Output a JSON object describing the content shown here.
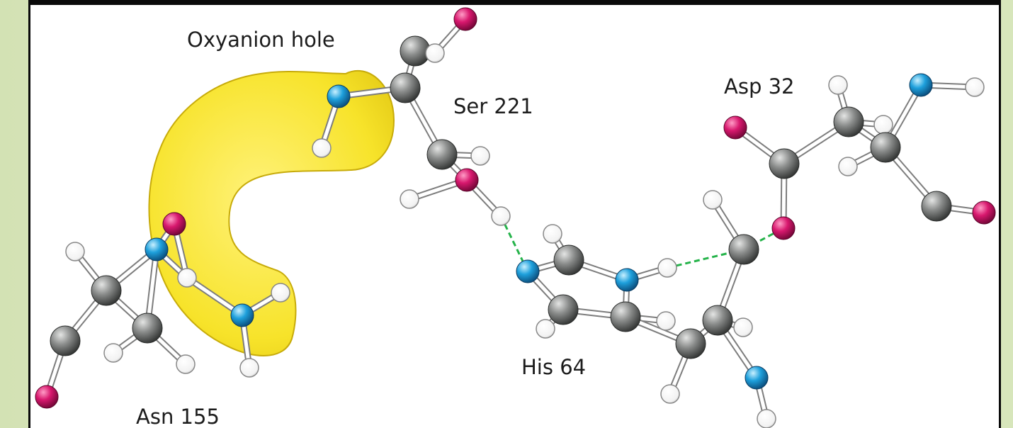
{
  "labels": {
    "oxyanion_hole": "Oxyanion hole",
    "ser": "Ser 221",
    "asp": "Asp 32",
    "his": "His 64",
    "asn": "Asn 155"
  },
  "colors": {
    "carbon": "#7c7e7d",
    "oxygen": "#d8186e",
    "nitrogen": "#1ea0dc",
    "hydrogen": "#ffffff",
    "hole": "#f7e32a",
    "hbond": "#25b34a"
  }
}
